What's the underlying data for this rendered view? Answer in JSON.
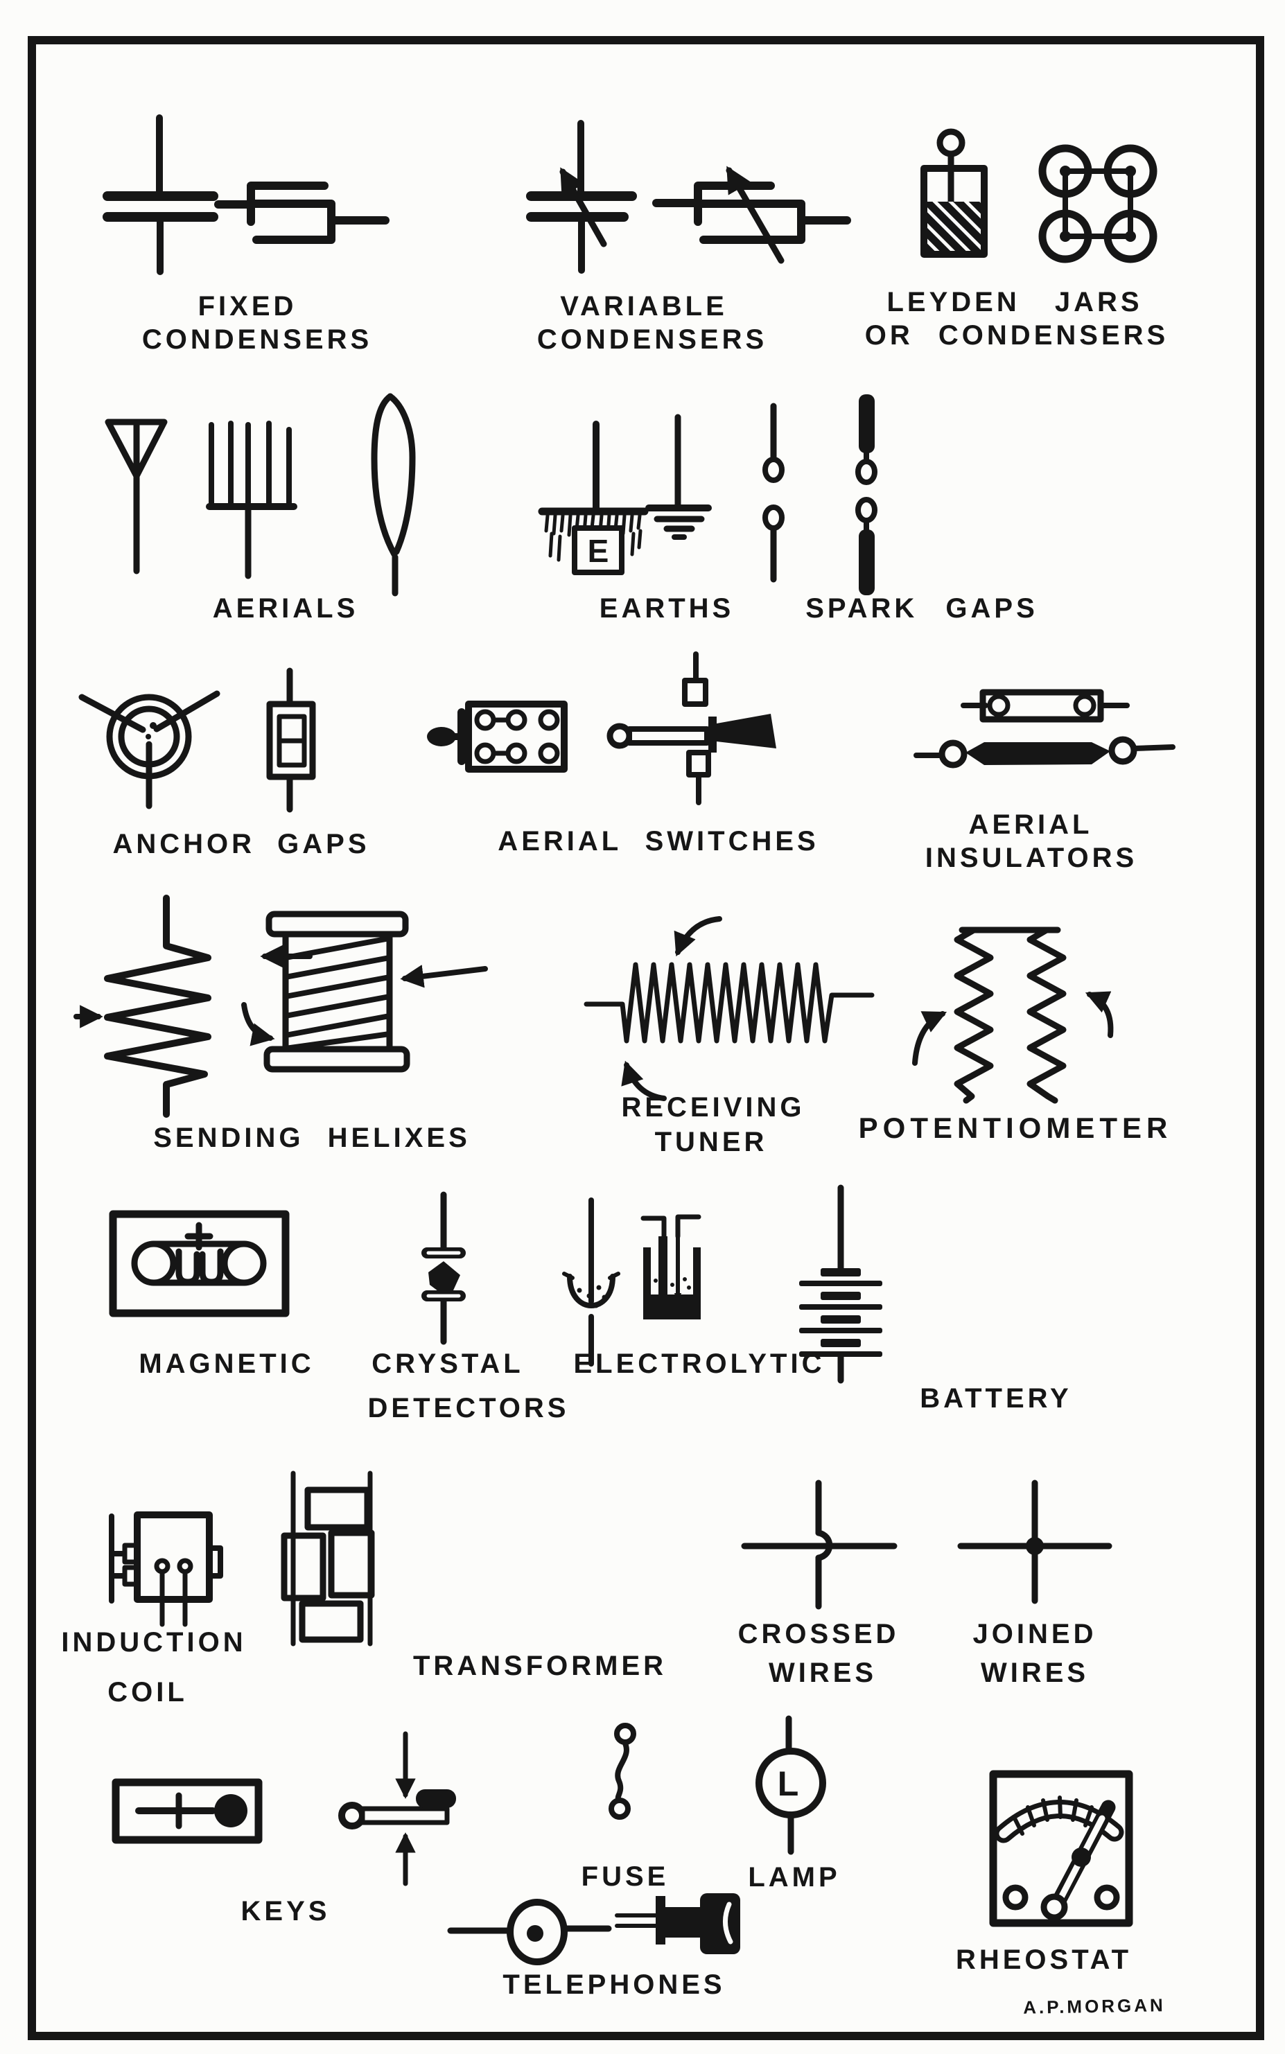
{
  "figure": {
    "kind": "symbol-legend-chart",
    "subject": "wireless telegraphy circuit symbols",
    "colors": {
      "ink": "#161616",
      "paper": "#fcfcfa"
    }
  },
  "legend": {
    "fixed_condensers": {
      "line1": "FIXED",
      "line2": "CONDENSERS",
      "symbols": [
        "plate-condenser",
        "rolled-condenser"
      ]
    },
    "variable_condensers": {
      "line1": "VARIABLE",
      "line2": "CONDENSERS",
      "symbols": [
        "plate-condenser-with-arrow",
        "rolled-condenser-with-arrow"
      ]
    },
    "leyden_jars": {
      "line1": "LEYDEN JARS",
      "line2": "OR CONDENSERS",
      "symbols": [
        "leyden-jar-side-view",
        "four-jar-battery-top-view"
      ]
    },
    "aerials": {
      "label": "AERIALS",
      "symbols": [
        "fan-aerial",
        "harp-aerial",
        "loop-aerial"
      ]
    },
    "earths": {
      "label": "EARTHS",
      "plate_letter": "E",
      "symbols": [
        "buried-plate-earth",
        "ground-earth"
      ]
    },
    "spark_gaps": {
      "label": "SPARK GAPS",
      "symbols": [
        "ball-spark-gap",
        "zinc-rod-spark-gap"
      ]
    },
    "anchor_gaps": {
      "label": "ANCHOR GAPS",
      "symbols": [
        "ring-anchor-gap",
        "enclosed-anchor-gap"
      ]
    },
    "aerial_switches": {
      "label": "AERIAL SWITCHES",
      "symbols": [
        "knife-switch",
        "lever-switch"
      ]
    },
    "aerial_insulators": {
      "line1": "AERIAL",
      "line2": "INSULATORS",
      "symbols": [
        "strain-insulator",
        "rod-insulator"
      ]
    },
    "sending_helixes": {
      "label": "SENDING HELIXES",
      "symbols": [
        "zigzag-helix",
        "spool-helix"
      ]
    },
    "receiving_tuner": {
      "line1": "RECEIVING",
      "line2": "TUNER",
      "symbols": [
        "tuning-coil"
      ]
    },
    "potentiometer": {
      "label": "POTENTIOMETER",
      "symbols": [
        "double-zigzag-potentiometer"
      ]
    },
    "detectors": {
      "magnetic": "MAGNETIC",
      "crystal": "CRYSTAL",
      "electrolytic": "ELECTROLYTIC",
      "shared": "DETECTORS",
      "symbols": [
        "magnetic-detector",
        "crystal-detector",
        "electrolytic-cup-detector",
        "electrolytic-beaker-detector"
      ]
    },
    "battery": {
      "label": "BATTERY",
      "symbols": [
        "battery-cells"
      ]
    },
    "induction_coil": {
      "line1": "INDUCTION",
      "line2": "COIL",
      "symbols": [
        "induction-coil"
      ]
    },
    "transformer": {
      "label": "TRANSFORMER",
      "symbols": [
        "open-core-transformer"
      ]
    },
    "crossed_wires": {
      "line1": "CROSSED",
      "line2": "WIRES",
      "symbols": [
        "crossed-wires-hop"
      ]
    },
    "joined_wires": {
      "line1": "JOINED",
      "line2": "WIRES",
      "symbols": [
        "joined-wires-dot"
      ]
    },
    "keys": {
      "label": "KEYS",
      "symbols": [
        "box-key",
        "lever-key"
      ]
    },
    "fuse": {
      "label": "FUSE",
      "symbols": [
        "s-wire-fuse"
      ]
    },
    "lamp": {
      "label": "LAMP",
      "letter": "L",
      "symbols": [
        "lamp-circle"
      ]
    },
    "telephones": {
      "label": "TELEPHONES",
      "symbols": [
        "watch-receiver-front",
        "watch-receiver-side"
      ]
    },
    "rheostat": {
      "label": "RHEOSTAT",
      "symbols": [
        "dial-rheostat"
      ]
    }
  },
  "signature": "A.P.MORGAN"
}
